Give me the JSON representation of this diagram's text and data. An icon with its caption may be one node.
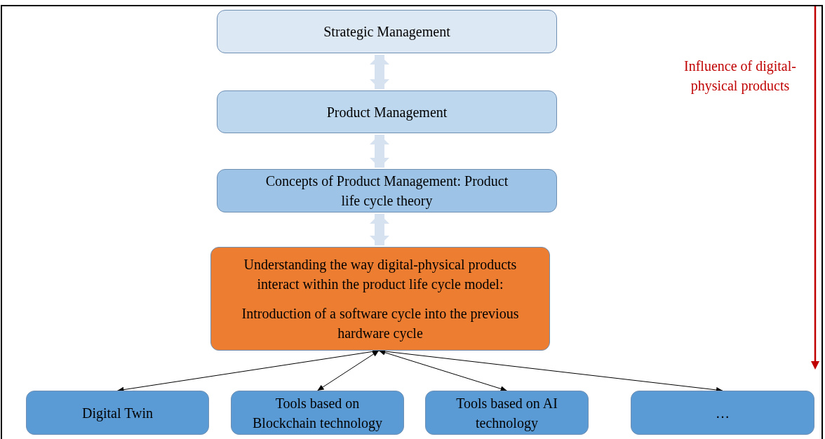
{
  "diagram": {
    "nodes": [
      {
        "text": [
          "Strategic Management"
        ]
      },
      {
        "text": [
          "Product Management"
        ]
      },
      {
        "text": [
          "Concepts of Product Management: Product life cycle theory"
        ]
      },
      {
        "text": [
          "Understanding the way digital-physical products interact within the product life cycle model:",
          "Introduction of a software cycle into the previous hardware cycle"
        ]
      },
      {
        "text": [
          "Digital Twin"
        ]
      },
      {
        "text": [
          "Tools based on Blockchain technology"
        ]
      },
      {
        "text": [
          "Tools based on AI technology"
        ]
      },
      {
        "text": [
          "…"
        ]
      }
    ],
    "edges": [
      {
        "from": 0,
        "to": 1,
        "arrow": "both",
        "style": "thick",
        "color": "#d6e2f0"
      },
      {
        "from": 1,
        "to": 2,
        "arrow": "both",
        "style": "thick",
        "color": "#d6e2f0"
      },
      {
        "from": 2,
        "to": 3,
        "arrow": "both",
        "style": "thick",
        "color": "#d6e2f0"
      },
      {
        "from": 3,
        "to": 4,
        "arrow": "both"
      },
      {
        "from": 3,
        "to": 5,
        "arrow": "both"
      },
      {
        "from": 3,
        "to": 6,
        "arrow": "both"
      },
      {
        "from": 3,
        "to": 7,
        "arrow": "both"
      }
    ],
    "labels": [
      "Influence of digital-physical products"
    ]
  }
}
